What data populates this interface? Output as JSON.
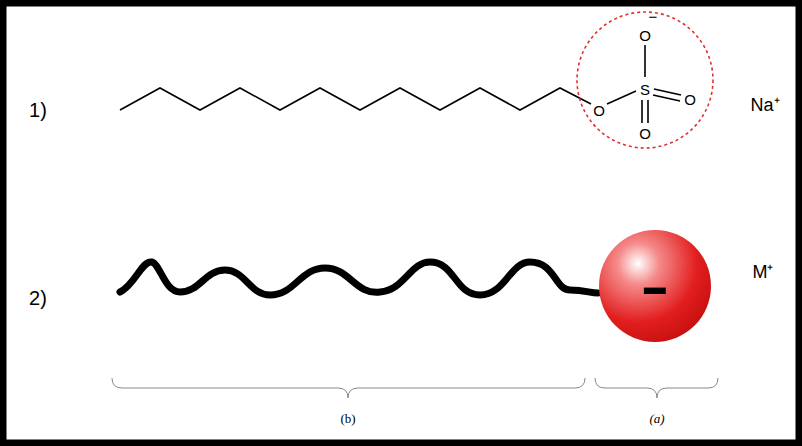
{
  "diagram": {
    "nodes": [
      {
        "text": [
          "-"
        ]
      }
    ],
    "labels": [
      "1)",
      "O",
      "S",
      "O",
      "−",
      "O",
      "O",
      "Na⁺",
      "2)",
      "M⁺",
      "(b)",
      "(a)"
    ]
  }
}
